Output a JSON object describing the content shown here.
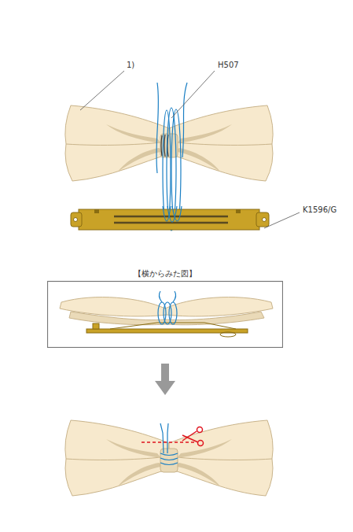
{
  "diagram": {
    "nodes": [
      {
        "text": [
          "【横からみた図】"
        ]
      }
    ],
    "labels": [
      "1)",
      "H507",
      "K1596/G"
    ]
  }
}
